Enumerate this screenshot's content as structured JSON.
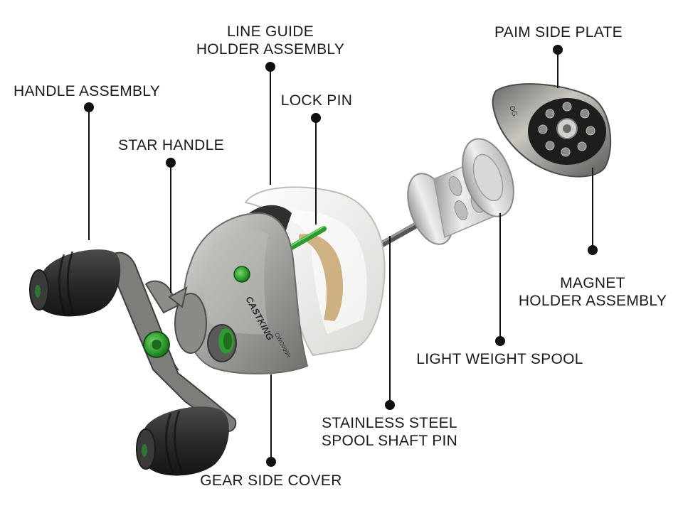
{
  "labels": {
    "line_guide_1": "LINE GUIDE",
    "line_guide_2": "HOLDER ASSEMBLY",
    "palm_side_plate": "PAIM SIDE PLATE",
    "handle_assembly": "HANDLE ASSEMBLY",
    "lock_pin": "LOCK PIN",
    "star_handle": "STAR HANDLE",
    "magnet_1": "MAGNET",
    "magnet_2": "HOLDER ASSEMBLY",
    "light_weight_spool": "LIGHT WEIGHT SPOOL",
    "shaft_pin_1": "STAINLESS STEEL",
    "shaft_pin_2": "SPOOL SHAFT PIN",
    "gear_side_cover": "GEAR SIDE COVER"
  },
  "brand": {
    "logo": "CASTKING",
    "model": "CWG000R"
  },
  "colors": {
    "text": "#1a1a1a",
    "leader": "#111111",
    "accent_green": "#2c9a2e",
    "body_silver": "#a9a9a5",
    "frame_white": "#f1f1ee",
    "knob_black": "#2b2b2b"
  }
}
